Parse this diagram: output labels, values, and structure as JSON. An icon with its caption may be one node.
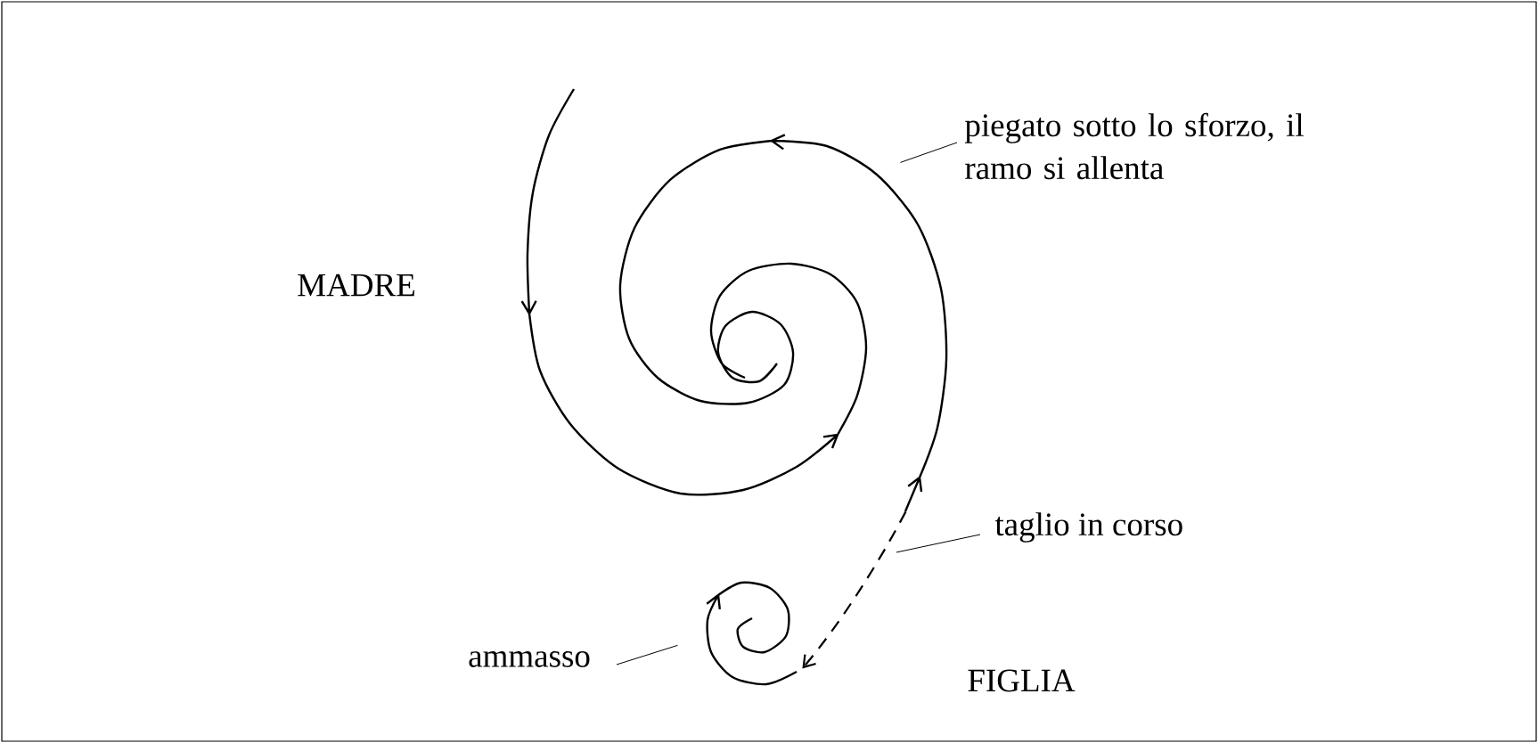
{
  "diagram": {
    "nodes": [
      {
        "text": [
          "piegato sotto lo sforzo, il ramo si allenta"
        ]
      },
      {
        "text": [],
        "shape": "spiral"
      },
      {
        "text": [
          "taglio in corso"
        ]
      },
      {
        "text": [
          "ammasso"
        ]
      },
      {
        "text": [],
        "shape": "spiral"
      }
    ],
    "edges": [
      {
        "from": 0,
        "to": 1,
        "arrow": "none"
      },
      {
        "from": 2,
        "to": null,
        "arrow": "none"
      },
      {
        "from": 3,
        "to": 4,
        "arrow": "none"
      },
      {
        "from": 1,
        "to": 4,
        "arrow": "to",
        "style": "dashed"
      }
    ],
    "labels": [
      "MADRE",
      "FIGLIA"
    ]
  }
}
